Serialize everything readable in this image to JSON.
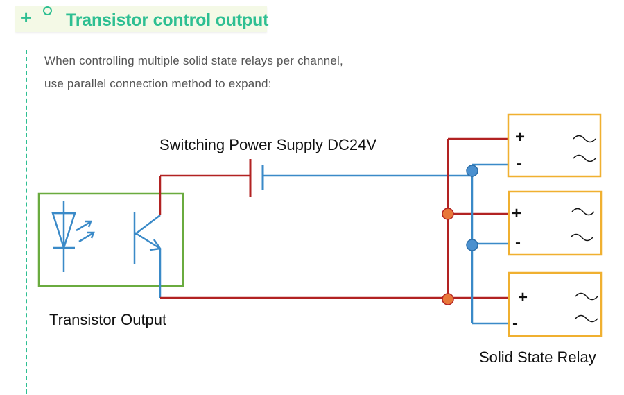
{
  "header": {
    "plus_symbol": "+",
    "title": "Transistor control output"
  },
  "description": {
    "line1": "When controlling multiple solid state relays per channel,",
    "line2": "use parallel connection method to expand:"
  },
  "diagram": {
    "power_supply_label": "Switching Power Supply DC24V",
    "transistor_label": "Transistor Output",
    "relay_group_label": "Solid State Relay",
    "relays": [
      {
        "plus": "+",
        "minus": "-"
      },
      {
        "plus": "+",
        "minus": "-"
      },
      {
        "plus": "+",
        "minus": "-"
      }
    ],
    "colors": {
      "accent": "#2ebf92",
      "positive_wire": "#b22222",
      "negative_wire": "#3a8ac8",
      "module_border": "#6aab3f",
      "relay_border": "#f0b030",
      "junction_positive": "#e8773a",
      "junction_negative": "#4a90cf"
    }
  }
}
